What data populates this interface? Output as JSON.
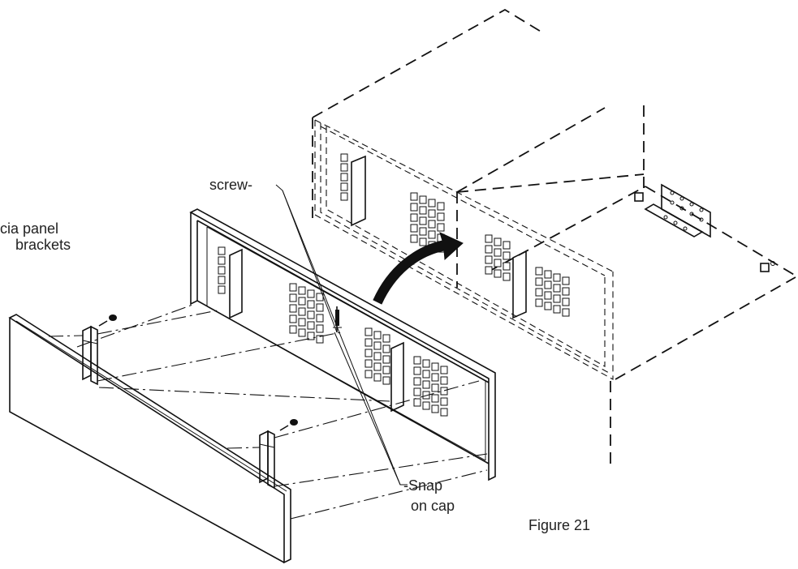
{
  "labels": {
    "screw": "screw-",
    "fascia_line1": "cia panel",
    "fascia_line2": "brackets",
    "snap_line1": "-Snap",
    "snap_line2": "on cap",
    "figure": "Figure 21"
  }
}
